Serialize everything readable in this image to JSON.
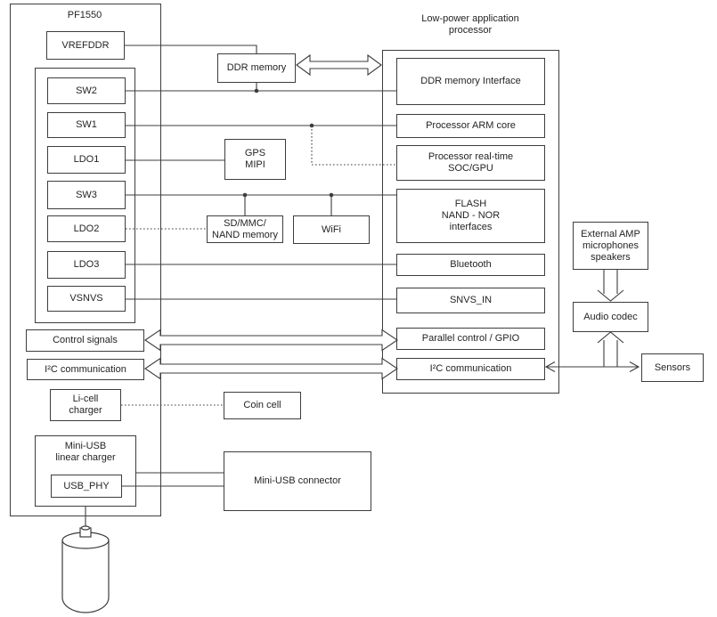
{
  "figure": {
    "pmic": {
      "title": "PF1550",
      "vrefddr": "VREFDDR",
      "sw2": "SW2",
      "sw1": "SW1",
      "ldo1": "LDO1",
      "sw3": "SW3",
      "ldo2": "LDO2",
      "ldo3": "LDO3",
      "vsnvs": "VSNVS",
      "control_signals": "Control signals",
      "i2c": "I²C communication",
      "li_cell_charger": "Li-cell\ncharger",
      "mini_usb_charger": "Mini-USB\nlinear charger",
      "usb_phy": "USB_PHY"
    },
    "peripherals": {
      "ddr_memory": "DDR memory",
      "gps_mipi": "GPS\nMIPI",
      "sd_mmc": "SD/MMC/\nNAND memory",
      "wifi": "WiFi",
      "coin_cell": "Coin cell",
      "mini_usb_connector": "Mini-USB connector"
    },
    "processor": {
      "title": "Low-power application\nprocessor",
      "ddr_interface": "DDR memory Interface",
      "arm_core": "Processor ARM core",
      "realtime_soc": "Processor real-time\nSOC/GPU",
      "flash": "FLASH\nNAND - NOR\ninterfaces",
      "bluetooth": "Bluetooth",
      "snvs_in": "SNVS_IN",
      "parallel_gpio": "Parallel control / GPIO",
      "i2c": "I²C communication"
    },
    "audio": {
      "external_amp": "External AMP\nmicrophones\nspeakers",
      "audio_codec": "Audio codec",
      "sensors": "Sensors"
    },
    "colors": {
      "line": "#3d3d3d",
      "text": "#242424",
      "background": "#ffffff"
    }
  }
}
